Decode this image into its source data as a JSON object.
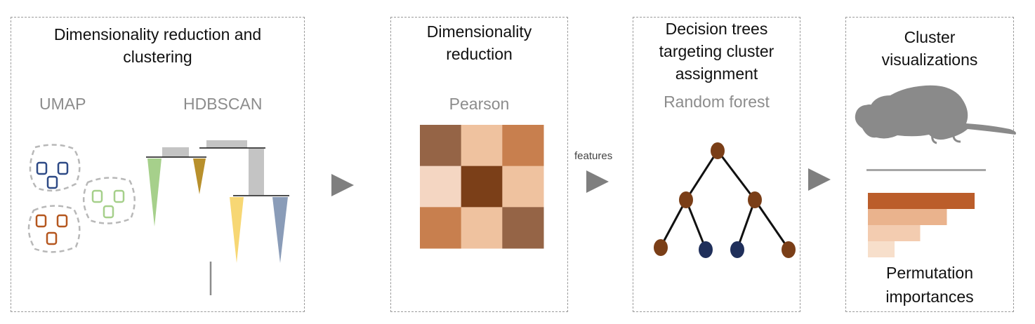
{
  "panels": {
    "p1": {
      "title_line1": "Dimensionality reduction and",
      "title_line2": "clustering",
      "umap_label": "UMAP",
      "hdbscan_label": "HDBSCAN"
    },
    "p2": {
      "title_line1": "Dimensionality",
      "title_line2": "reduction",
      "method_label": "Pearson"
    },
    "p3": {
      "title_line1": "Decision trees",
      "title_line2": "targeting cluster",
      "title_line3": "assignment",
      "method_label": "Random forest"
    },
    "p4": {
      "title_line1": "Cluster",
      "title_line2": "visualizations",
      "bottom_line1": "Permutation",
      "bottom_line2": "importances"
    }
  },
  "connector_label": "features",
  "colors": {
    "blue": "#2e4a86",
    "orange": "#b5571f",
    "green": "#a6d08b",
    "gray_dash": "#b8b8b8",
    "tree_brown": "#7a3e17",
    "tree_blue": "#1f2f5a",
    "mouse": "#8a8a8a",
    "arrow": "#7f7f7f"
  },
  "heatmap": {
    "cells": [
      [
        "#956446",
        "#efc29f",
        "#c87f4e"
      ],
      [
        "#f4d6c2",
        "#7b3f18",
        "#efc29f"
      ],
      [
        "#c87f4e",
        "#efc29f",
        "#956446"
      ]
    ]
  },
  "importances": {
    "values": [
      1.0,
      0.74,
      0.49,
      0.25
    ],
    "colors": [
      "#bb5d2a",
      "#eab38d",
      "#f3ccb0",
      "#f7dfcb"
    ]
  },
  "icons": {
    "mouse": "mouse-silhouette-icon",
    "tree": "decision-tree-icon",
    "arrow": "right-arrow-icon"
  }
}
